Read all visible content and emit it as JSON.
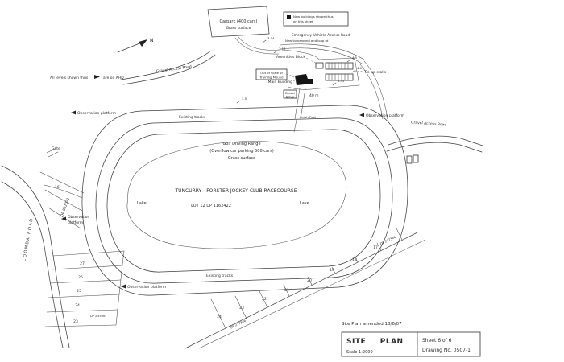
{
  "labels": {
    "north": "N",
    "levels_note_a": "All levels shown thus",
    "levels_note_b": "are on AHD",
    "legend_line1": "New buildings shown thus",
    "legend_line2": "on this sheet",
    "carpark": "Carpark (400 cars)",
    "grass_surface": "Grass surface",
    "gravel_access_road": "Gravel Access Road",
    "emergency_road": "Emergency Vehicle Access Road",
    "turnaround": "New turnaround and loop rd",
    "amenities_block": "Amenities Block",
    "tie_up_stalls": "Tie-up stalls",
    "main_building": "Main Building",
    "training_note_a": "Out of scale of",
    "training_note_b": "Training Mound",
    "gravel_drive_a": "Gravel",
    "gravel_drive_b": "Drive",
    "forty_m": "40 m",
    "existing_tracks": "Existing tracks",
    "finish_post": "Finish Post",
    "observation_platform": "Observation platform",
    "observation_word_a": "Observation",
    "observation_word_b": "platform",
    "golf_range": "Golf Driving Range",
    "golf_overflow": "(Overflow car parking 500 cars)",
    "course_title": "TUNCURRY - FORSTER JOCKEY CLUB RACECOURSE",
    "lot_title": "LOT 12 DP 1162422",
    "lake": "Lake",
    "gate": "Gate",
    "coomba_road": "COOMBA ROAD",
    "dp_802021": "DP 802021",
    "lot_16": "16",
    "dp_83506": "DP 83506",
    "dp_277346": "DP 277346",
    "spot_levels": [
      "3.04",
      "3.13",
      "3.5",
      "4.5",
      "4.0",
      "4.45"
    ],
    "lots_left": [
      "27",
      "26",
      "25",
      "24",
      "23"
    ],
    "lots_fan": [
      "24",
      "23",
      "22",
      "21",
      "20",
      "19",
      "18",
      "17"
    ]
  },
  "footer": {
    "amended_note": "Site Plan amended 18/6/07"
  },
  "title_block": {
    "title": "SITE PLAN",
    "scale": "Scale 1:2000",
    "sheet": "Sheet 6 of 6",
    "drawing_no": "Drawing No. 0507-1"
  }
}
